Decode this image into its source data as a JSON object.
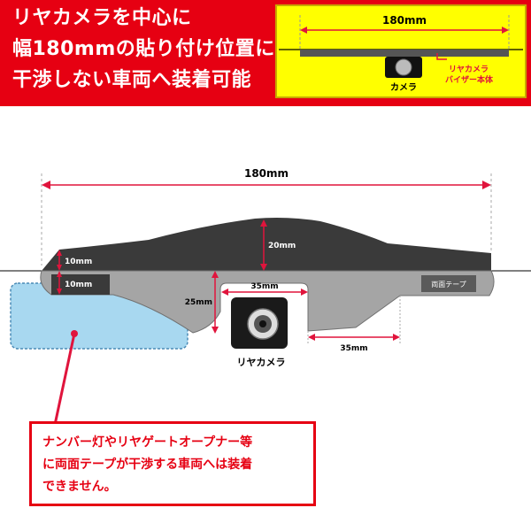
{
  "headline": {
    "lines": [
      "リヤカメラを中心に",
      "幅180mmの貼り付け位置に",
      "干渉しない車両へ装着可能"
    ]
  },
  "inset": {
    "width_label": "180mm",
    "camera_label": "カメラ",
    "visor_label_line1": "リヤカメラ",
    "visor_label_line2": "バイザー本体"
  },
  "diagram": {
    "total_width_label": "180mm",
    "height_label": "20mm",
    "left_top_label": "10mm",
    "left_bottom_label": "10mm",
    "camera_width_label": "35mm",
    "camera_depth_label": "25mm",
    "right_offset_label": "35mm",
    "tape_label": "両面テープ",
    "camera_label": "リヤカメラ"
  },
  "warning": {
    "lines": [
      "ナンバー灯やリヤゲートオープナー等",
      "に両面テープが干渉する車両へは装着",
      "できません。"
    ]
  },
  "colors": {
    "brand_red": "#e60012",
    "inset_yellow": "#ffff00",
    "visor_dark": "#3a3a3a",
    "visor_gray": "#a5a5a5",
    "obstruction_blue": "#a8d8f0",
    "dimension_red": "#e0143c"
  }
}
